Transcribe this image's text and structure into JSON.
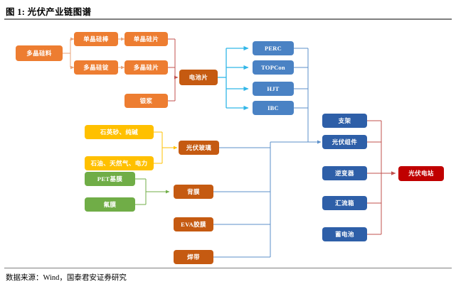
{
  "figure": {
    "title": "图 1: 光伏产业链图谱",
    "source": "数据来源：Wind，国泰君安证券研究"
  },
  "colors": {
    "orange": "#ED7D31",
    "dark_orange": "#C55A11",
    "blue": "#4A82C4",
    "dark_blue": "#2E5FA8",
    "yellow": "#FFC000",
    "green": "#70AD47",
    "red": "#C00000",
    "wire_orange": "#E8A37A",
    "wire_red": "#C0504D",
    "wire_cyan": "#31B6E8",
    "wire_blue": "#5B8FC9",
    "wire_yellow": "#FFC000",
    "wire_green": "#70AD47",
    "rule_gray": "#7F7F7F"
  },
  "nodes": {
    "polysilicon_feedstock": "多晶硅料",
    "mono_ingot": "单晶硅棒",
    "multi_ingot": "多晶硅锭",
    "mono_wafer": "单晶硅片",
    "multi_wafer": "多晶硅片",
    "silver_paste": "银浆",
    "solar_cell": "电池片",
    "cell_perc": "PERC",
    "cell_topcon": "TOPCon",
    "cell_hjt": "HJT",
    "cell_ibc": "IBC",
    "quartz_soda": "石英砂、纯碱",
    "oil_gas_power": "石油、天然气、电力",
    "pv_glass": "光伏玻璃",
    "pet_base_film": "PET基膜",
    "fluorine_film": "氟膜",
    "backsheet": "背膜",
    "eva_film": "EVA胶膜",
    "ribbon": "焊带",
    "mounting": "支架",
    "pv_module": "光伏组件",
    "inverter": "逆变器",
    "combiner_box": "汇流箱",
    "battery": "蓄电池",
    "pv_power_station": "光伏电站"
  }
}
